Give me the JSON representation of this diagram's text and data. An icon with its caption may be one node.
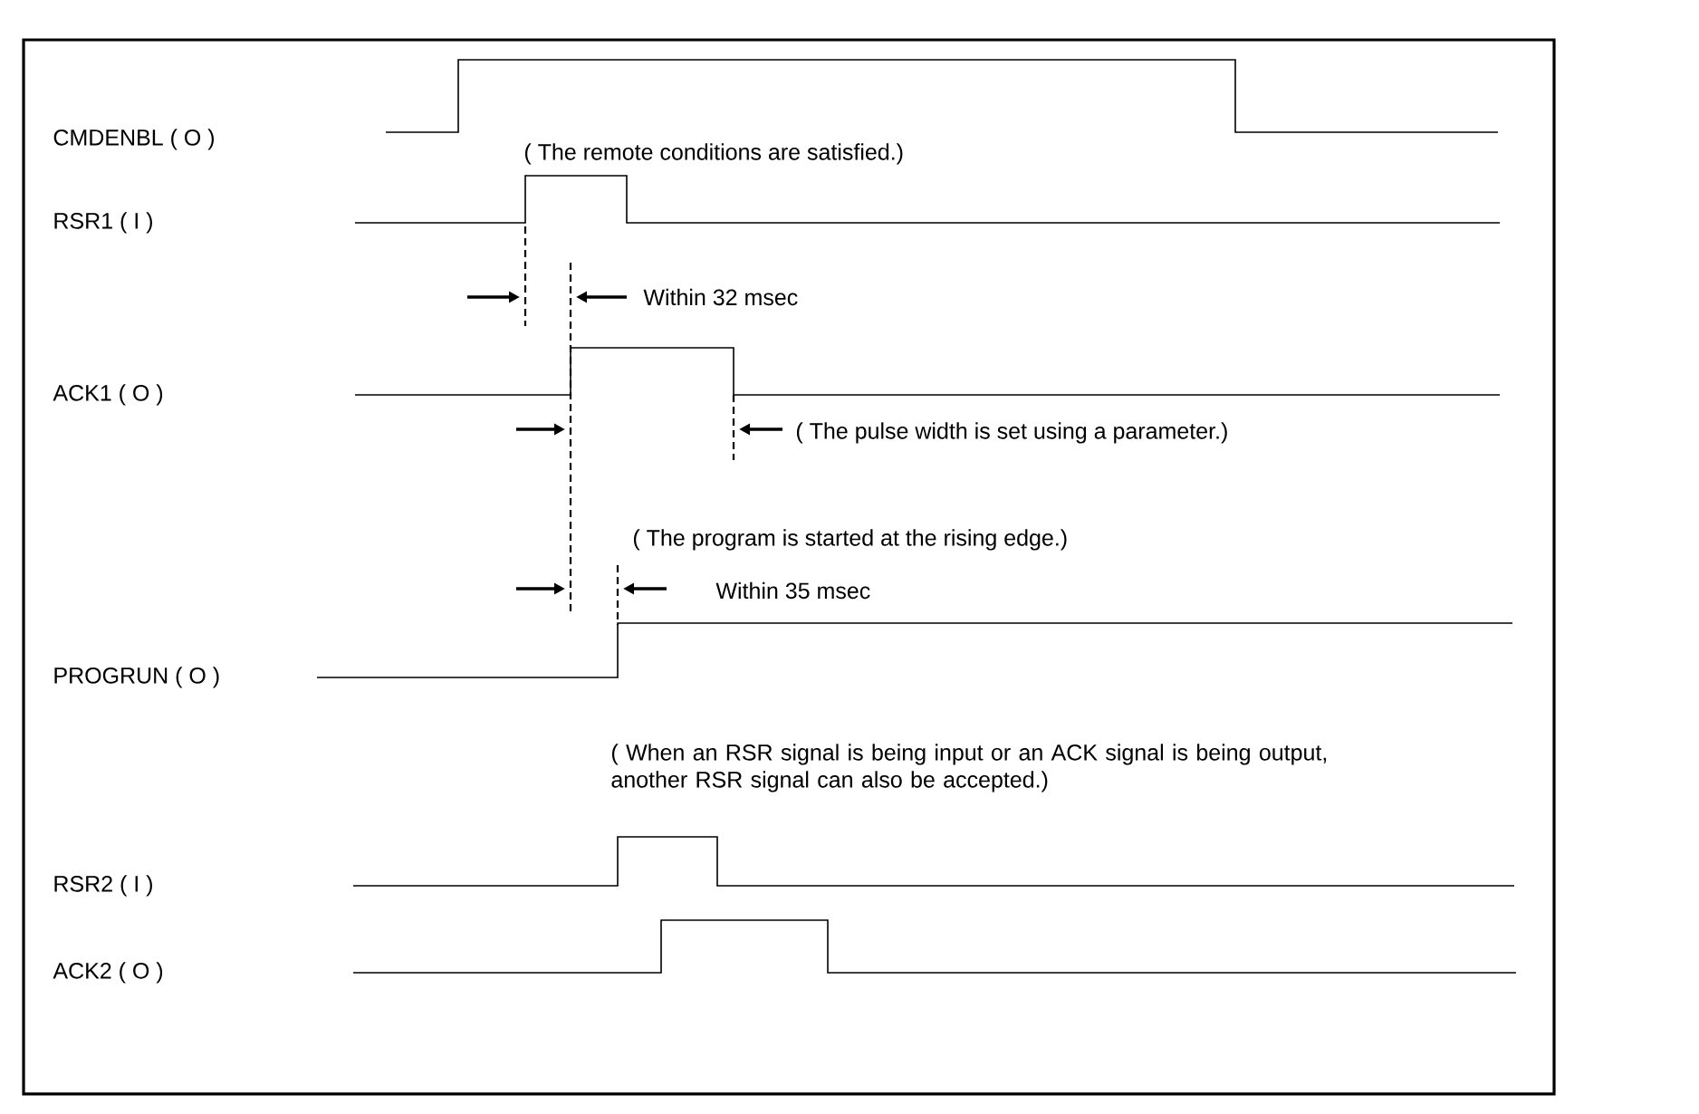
{
  "diagram": {
    "labels": [
      "CMDENBL ( O )",
      "( The remote conditions are satisfied.)",
      "RSR1 ( I )",
      "Within 32 msec",
      "ACK1 ( O )",
      "( The pulse width is set using a parameter.)",
      "( The program is started at the rising edge.)",
      "Within 35 msec",
      "PROGRUN ( O )",
      "( When an RSR signal is being input or an ACK signal is being output, another RSR signal can also be accepted.)",
      "RSR2 ( I )",
      "ACK2 ( O )"
    ]
  }
}
